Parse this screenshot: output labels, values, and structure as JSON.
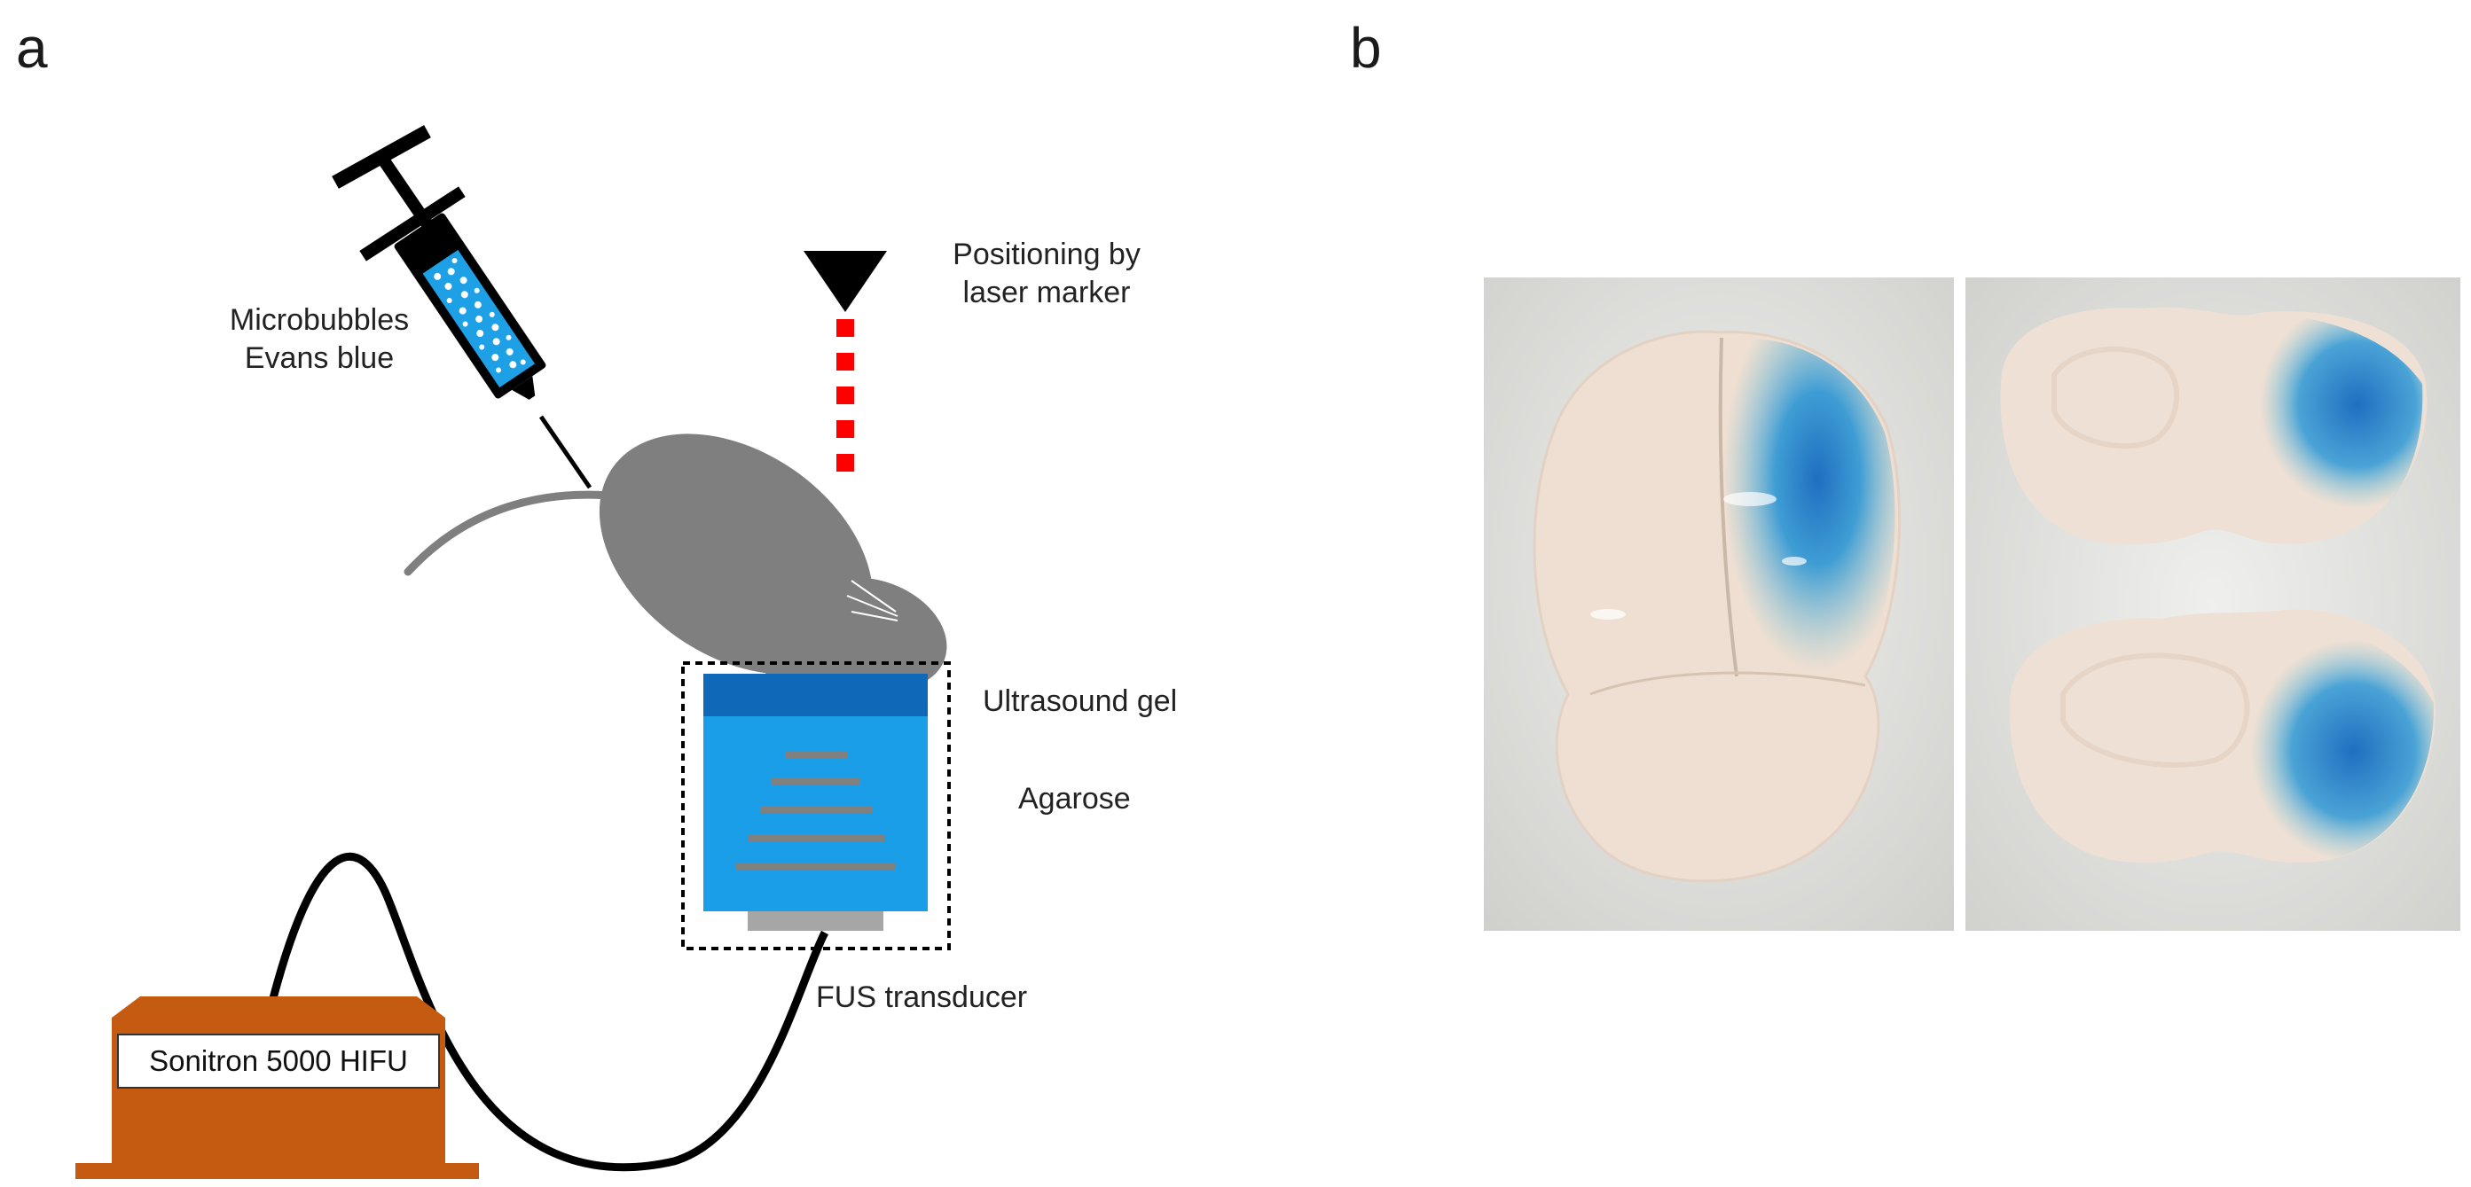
{
  "panels": {
    "a": {
      "letter": "a"
    },
    "b": {
      "letter": "b"
    }
  },
  "labels": {
    "microbubbles_line1": "Microbubbles",
    "microbubbles_line2": "Evans blue",
    "laser_line1": "Positioning by",
    "laser_line2": "laser marker",
    "ultrasound_gel": "Ultrasound gel",
    "agarose": "Agarose",
    "fus_transducer": "FUS transducer",
    "hifu_device": "Sonitron 5000 HIFU"
  },
  "colors": {
    "hifu_device": "#c55a11",
    "gel": "#1069b8",
    "agarose": "#1a9ee8",
    "mouse": "#7f7f7f",
    "laser_marker": "#ff0000",
    "evans_blue_stain": "#2f8fd0"
  }
}
